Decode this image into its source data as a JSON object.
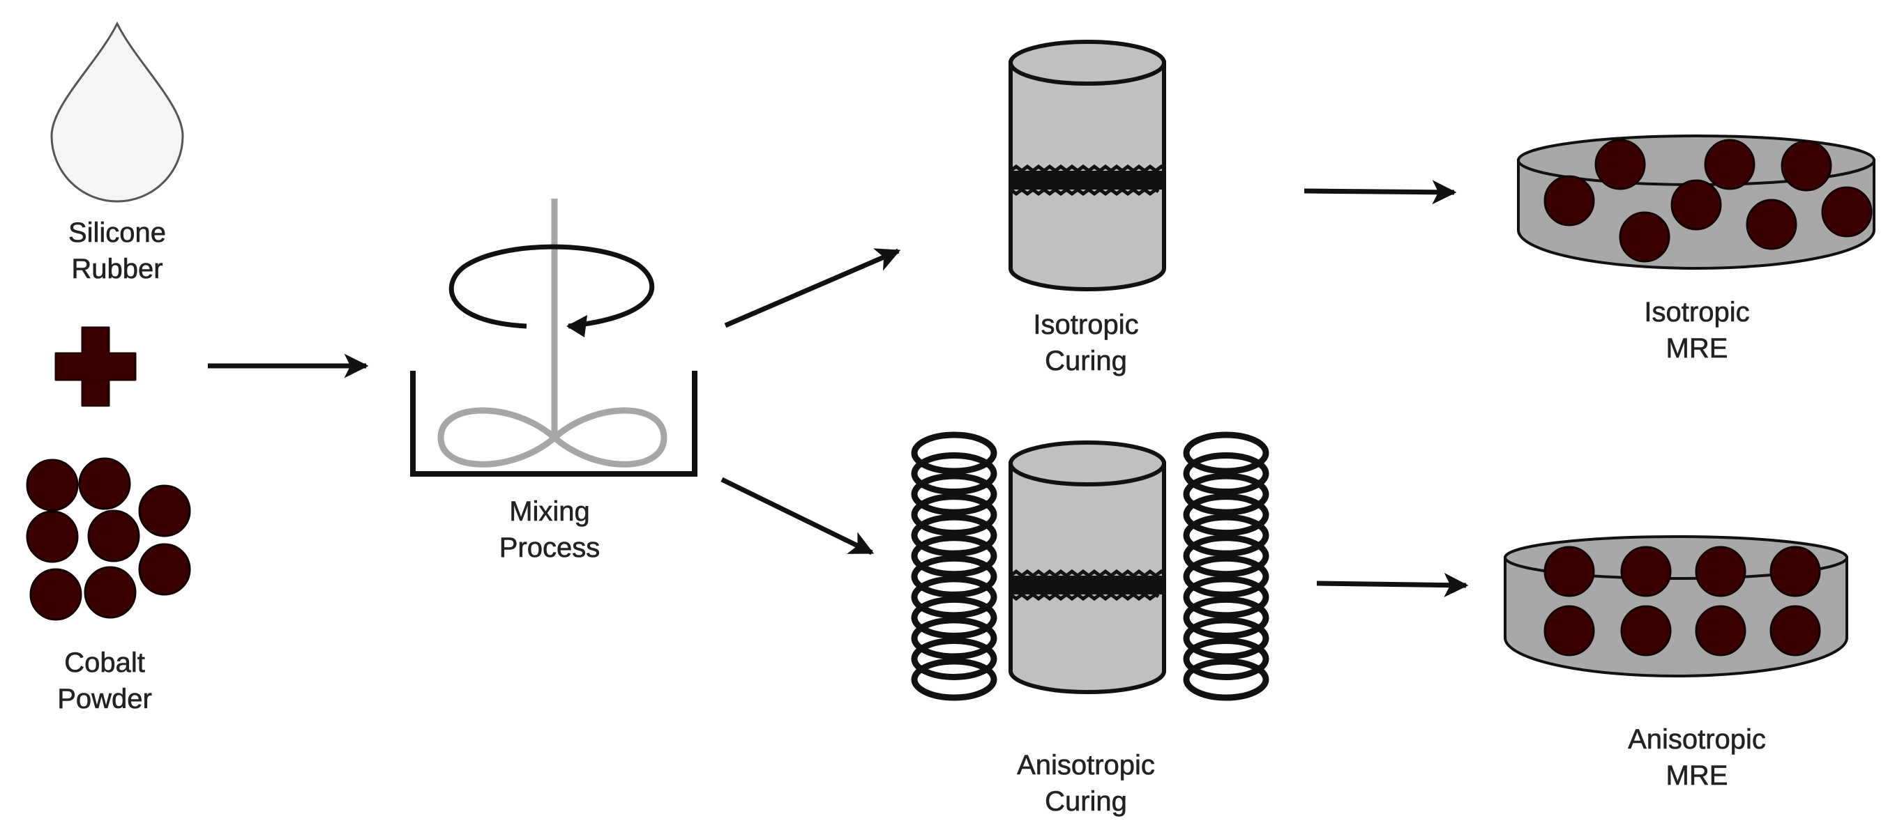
{
  "labels": {
    "silicone_rubber": [
      "Silicone",
      "Rubber"
    ],
    "cobalt_powder": [
      "Cobalt",
      "Powder"
    ],
    "mixing_process": [
      "Mixing",
      "Process"
    ],
    "isotropic_curing": [
      "Isotropic",
      "Curing"
    ],
    "anisotropic_curing": [
      "Anisotropic",
      "Curing"
    ],
    "isotropic_mre": [
      "Isotropic",
      "MRE"
    ],
    "anisotropic_mre": [
      "Anisotropic",
      "MRE"
    ]
  },
  "colors": {
    "particle": "#3a0000",
    "cylinder_fill": "#c0c0c0",
    "dish_fill": "#a8a8a8",
    "stirrer": "#a6a6a6",
    "droplet_fill": "#f5f5f5",
    "stroke": "#111111"
  },
  "icons": [
    "droplet-icon",
    "plus-icon",
    "particle-cluster-icon",
    "mixing-beaker-icon",
    "curing-mold-icon",
    "coil-icon",
    "mre-dish-icon"
  ]
}
